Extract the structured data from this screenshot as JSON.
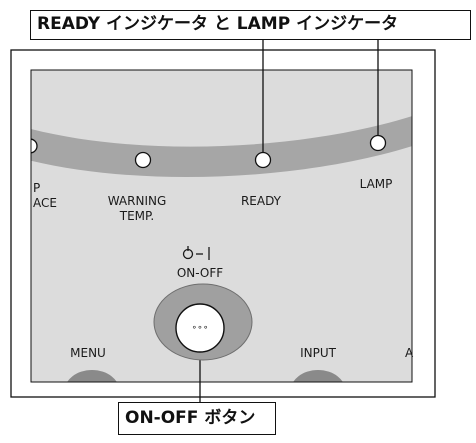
{
  "callouts": {
    "top": "READY インジケータ と LAMP インジケータ",
    "bottom": "ON-OFF ボタン"
  },
  "panel": {
    "label_left_partial_1": "P",
    "label_left_partial_2": "ACE",
    "warning_line1": "WARNING",
    "warning_line2": "TEMP.",
    "ready": "READY",
    "lamp": "LAMP",
    "power_symbol": "ტ–|",
    "on_off": "ON-OFF",
    "button_dots": "∘∘∘",
    "menu": "MENU",
    "input": "INPUT",
    "right_partial": "A"
  },
  "colors": {
    "panel_bg": "#dcdcdc",
    "band": "#a9a9a9",
    "ring": "#9a9a9a",
    "line": "#111111"
  }
}
